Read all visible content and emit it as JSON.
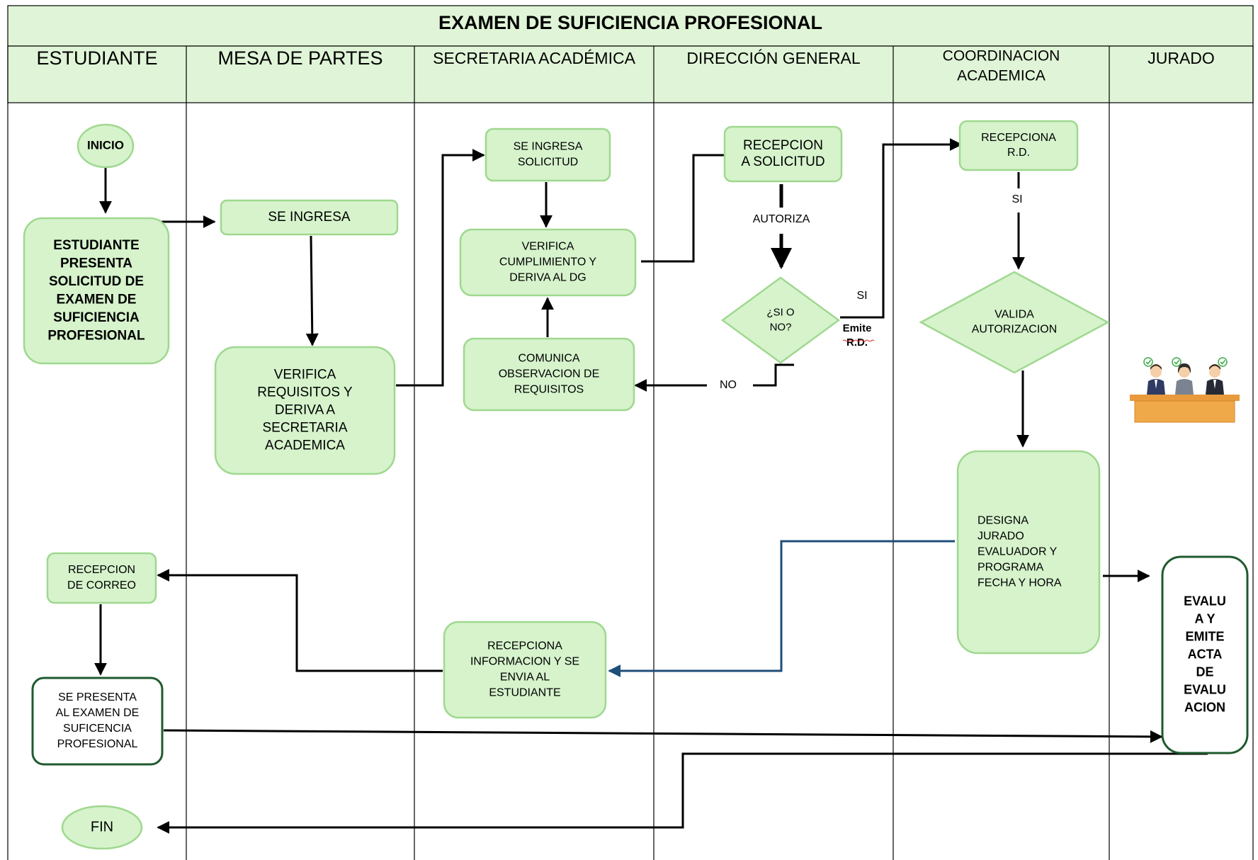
{
  "title": "EXAMEN DE SUFICIENCIA PROFESIONAL",
  "lanes": [
    {
      "id": "estudiante",
      "lines": [
        "ESTUDIANTE"
      ]
    },
    {
      "id": "mesa-de-partes",
      "lines": [
        "MESA DE PARTES"
      ]
    },
    {
      "id": "secretaria-academica",
      "lines": [
        "SECRETARIA ACADÉMICA"
      ]
    },
    {
      "id": "direccion-general",
      "lines": [
        "DIRECCIÓN GENERAL"
      ]
    },
    {
      "id": "coordinacion-academica",
      "lines": [
        "COORDINACION",
        "ACADEMICA"
      ]
    },
    {
      "id": "jurado",
      "lines": [
        "JURADO"
      ]
    }
  ],
  "nodes": [
    {
      "id": "inicio",
      "lines": [
        "INICIO"
      ],
      "bold": true
    },
    {
      "id": "estudiante-presenta",
      "lines": [
        "ESTUDIANTE",
        "PRESENTA",
        "SOLICITUD DE",
        "EXAMEN DE",
        "SUFICIENCIA",
        "PROFESIONAL"
      ],
      "bold": true
    },
    {
      "id": "se-ingresa",
      "lines": [
        "SE INGRESA"
      ]
    },
    {
      "id": "verifica-requisitos",
      "lines": [
        "VERIFICA",
        "REQUISITOS Y",
        "DERIVA A",
        "SECRETARIA",
        "ACADEMICA"
      ]
    },
    {
      "id": "se-ingresa-solicitud",
      "lines": [
        "SE INGRESA",
        "SOLICITUD"
      ]
    },
    {
      "id": "verifica-cumplimiento",
      "lines": [
        "VERIFICA",
        "CUMPLIMIENTO Y",
        "DERIVA AL DG"
      ]
    },
    {
      "id": "comunica-observacion",
      "lines": [
        "COMUNICA",
        "OBSERVACION DE",
        "REQUISITOS"
      ]
    },
    {
      "id": "recepcion-solicitud",
      "lines": [
        "RECEPCION",
        "A SOLICITUD"
      ]
    },
    {
      "id": "decision-si-no",
      "lines": [
        "¿SI O",
        "NO?"
      ]
    },
    {
      "id": "recepciona-rd",
      "lines": [
        "RECEPCIONA",
        "R.D."
      ]
    },
    {
      "id": "valida-autorizacion",
      "lines": [
        "VALIDA",
        "AUTORIZACION"
      ]
    },
    {
      "id": "designa-jurado",
      "lines": [
        "DESIGNA",
        "JURADO",
        "EVALUADOR Y",
        "PROGRAMA",
        "FECHA Y HORA"
      ]
    },
    {
      "id": "evalua-emite",
      "lines": [
        "EVALU",
        "A Y",
        "EMITE",
        "ACTA",
        "DE",
        "EVALU",
        "ACION"
      ],
      "bold": true
    },
    {
      "id": "recepciona-informacion",
      "lines": [
        "RECEPCIONA",
        "INFORMACION Y SE",
        "ENVIA AL",
        "ESTUDIANTE"
      ]
    },
    {
      "id": "recepcion-correo",
      "lines": [
        "RECEPCION",
        "DE CORREO"
      ]
    },
    {
      "id": "se-presenta-examen",
      "lines": [
        "SE PRESENTA",
        "AL EXAMEN DE",
        "SUFICENCIA",
        "PROFESIONAL"
      ]
    },
    {
      "id": "fin",
      "lines": [
        "FIN"
      ]
    }
  ],
  "labels": [
    {
      "id": "autoriza",
      "lines": [
        "AUTORIZA"
      ]
    },
    {
      "id": "si-decision",
      "lines": [
        "SI"
      ]
    },
    {
      "id": "emite-rd",
      "lines": [
        "Emite",
        "R.D."
      ],
      "bold": true
    },
    {
      "id": "no-decision",
      "lines": [
        "NO"
      ]
    },
    {
      "id": "si-coordinacion",
      "lines": [
        "SI"
      ]
    }
  ],
  "colors": {
    "box_fill": "#d6f3cc",
    "box_stroke": "#9fd88f",
    "dark_stroke": "#1e5a2e",
    "header_fill": "#e0f5d7",
    "line": "#000000",
    "blue_line": "#1f4e79"
  },
  "jury_icon": "jury-panel-icon"
}
